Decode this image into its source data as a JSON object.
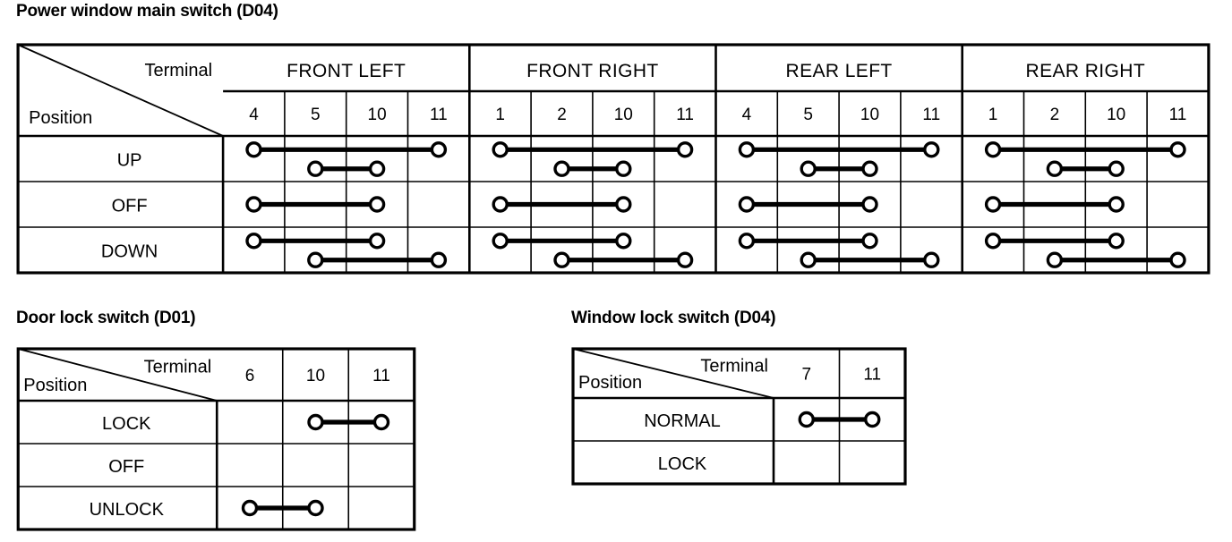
{
  "sections": [
    {
      "id": "power",
      "title": "Power window main switch (D04)",
      "header": {
        "terminal_label": "Terminal",
        "position_label": "Position"
      },
      "groups": [
        {
          "name": "FRONT LEFT",
          "terminals": [
            "4",
            "5",
            "10",
            "11"
          ]
        },
        {
          "name": "FRONT RIGHT",
          "terminals": [
            "1",
            "2",
            "10",
            "11"
          ]
        },
        {
          "name": "REAR LEFT",
          "terminals": [
            "4",
            "5",
            "10",
            "11"
          ]
        },
        {
          "name": "REAR RIGHT",
          "terminals": [
            "1",
            "2",
            "10",
            "11"
          ]
        }
      ],
      "rows": [
        {
          "position": "UP",
          "connections": [
            {
              "group": 0,
              "from": 0,
              "to": 3,
              "level": "upper"
            },
            {
              "group": 0,
              "from": 1,
              "to": 2,
              "level": "lower"
            },
            {
              "group": 1,
              "from": 0,
              "to": 3,
              "level": "upper"
            },
            {
              "group": 1,
              "from": 1,
              "to": 2,
              "level": "lower"
            },
            {
              "group": 2,
              "from": 0,
              "to": 3,
              "level": "upper"
            },
            {
              "group": 2,
              "from": 1,
              "to": 2,
              "level": "lower"
            },
            {
              "group": 3,
              "from": 0,
              "to": 3,
              "level": "upper"
            },
            {
              "group": 3,
              "from": 1,
              "to": 2,
              "level": "lower"
            }
          ]
        },
        {
          "position": "OFF",
          "connections": [
            {
              "group": 0,
              "from": 0,
              "to": 2,
              "level": "middle"
            },
            {
              "group": 1,
              "from": 0,
              "to": 2,
              "level": "middle"
            },
            {
              "group": 2,
              "from": 0,
              "to": 2,
              "level": "middle"
            },
            {
              "group": 3,
              "from": 0,
              "to": 2,
              "level": "middle"
            }
          ]
        },
        {
          "position": "DOWN",
          "connections": [
            {
              "group": 0,
              "from": 0,
              "to": 2,
              "level": "upper"
            },
            {
              "group": 0,
              "from": 1,
              "to": 3,
              "level": "lower"
            },
            {
              "group": 1,
              "from": 0,
              "to": 2,
              "level": "upper"
            },
            {
              "group": 1,
              "from": 1,
              "to": 3,
              "level": "lower"
            },
            {
              "group": 2,
              "from": 0,
              "to": 2,
              "level": "upper"
            },
            {
              "group": 2,
              "from": 1,
              "to": 3,
              "level": "lower"
            },
            {
              "group": 3,
              "from": 0,
              "to": 2,
              "level": "upper"
            },
            {
              "group": 3,
              "from": 1,
              "to": 3,
              "level": "lower"
            }
          ]
        }
      ]
    },
    {
      "id": "doorlock",
      "title": "Door lock switch (D01)",
      "header": {
        "terminal_label": "Terminal",
        "position_label": "Position"
      },
      "groups": [
        {
          "name": "",
          "terminals": [
            "6",
            "10",
            "11"
          ]
        }
      ],
      "rows": [
        {
          "position": "LOCK",
          "connections": [
            {
              "group": 0,
              "from": 1,
              "to": 2,
              "level": "middle"
            }
          ]
        },
        {
          "position": "OFF",
          "connections": []
        },
        {
          "position": "UNLOCK",
          "connections": [
            {
              "group": 0,
              "from": 0,
              "to": 1,
              "level": "middle"
            }
          ]
        }
      ]
    },
    {
      "id": "winlock",
      "title": "Window lock switch (D04)",
      "header": {
        "terminal_label": "Terminal",
        "position_label": "Position"
      },
      "groups": [
        {
          "name": "",
          "terminals": [
            "7",
            "11"
          ]
        }
      ],
      "rows": [
        {
          "position": "NORMAL",
          "connections": [
            {
              "group": 0,
              "from": 0,
              "to": 1,
              "level": "middle"
            }
          ]
        },
        {
          "position": "LOCK",
          "connections": []
        }
      ]
    }
  ],
  "colors": {
    "line": "#000000",
    "background": "#ffffff",
    "dot_fill": "#ffffff"
  }
}
